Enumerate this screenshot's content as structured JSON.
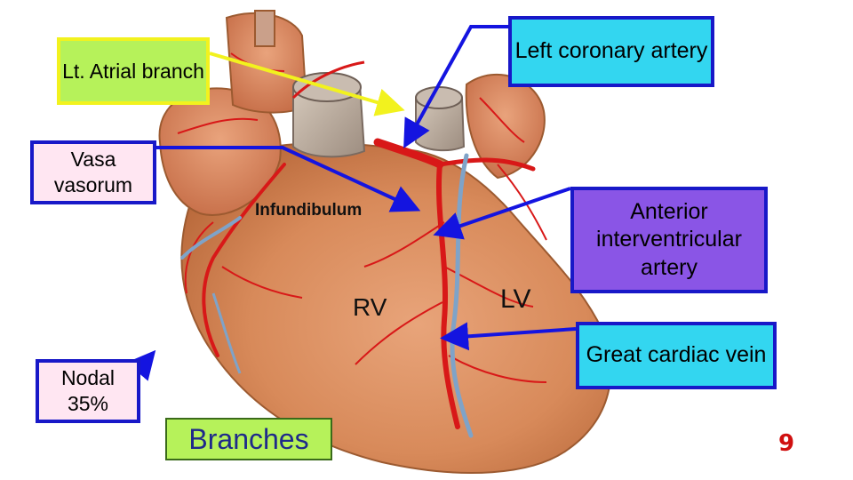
{
  "labels": {
    "left_coronary_artery": "Left coronary artery",
    "lt_atrial_branch": "Lt. Atrial branch",
    "vasa_vasorum": "Vasa vasorum",
    "infundibulum": "Infundibulum",
    "anterior_interventricular_artery": "Anterior interventricular artery",
    "rv": "RV",
    "lv": "LV",
    "great_cardiac_vein": "Great cardiac vein",
    "nodal": "Nodal 35%",
    "branches": "Branches"
  },
  "page_number": "9",
  "colors": {
    "cyan_box": "#33d6f0",
    "green_box": "#b6f25a",
    "pink_box": "#ffe6f2",
    "purple_box": "#8a55e6",
    "box_border_blue": "#1818c8",
    "arrow_blue": "#1414e0",
    "arrow_yellow": "#f2f21e",
    "page_number_red": "#d01010",
    "heart_muscle": "#d88a5a",
    "artery_red": "#d81818",
    "vein_blue": "#7fa3c8"
  }
}
